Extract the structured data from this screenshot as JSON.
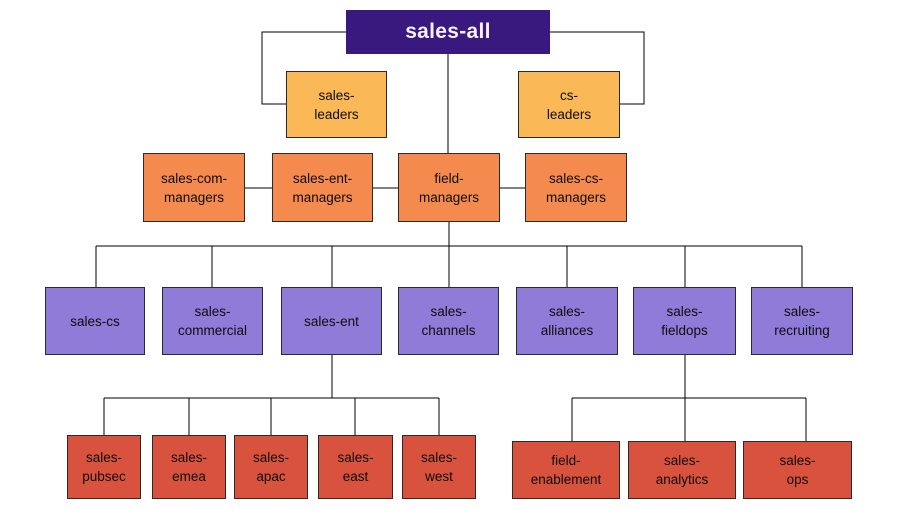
{
  "colors": {
    "root": "#39197e",
    "root_text": "#f6f2fa",
    "leaders": "#fbb857",
    "managers": "#f58a4f",
    "teams": "#8f7cd8",
    "subteams": "#d9523e",
    "line": "#000000",
    "border": "#2a2a2a",
    "text": "#0c0c0c",
    "background": "#ffffff"
  },
  "chart": {
    "type": "org-chart",
    "nodes": {
      "sales_all": {
        "label": "sales-all"
      },
      "sales_leaders": {
        "label": "sales-\nleaders"
      },
      "cs_leaders": {
        "label": "cs-\nleaders"
      },
      "sales_com_managers": {
        "label": "sales-com-\nmanagers"
      },
      "sales_ent_managers": {
        "label": "sales-ent-\nmanagers"
      },
      "field_managers": {
        "label": "field-\nmanagers"
      },
      "sales_cs_managers": {
        "label": "sales-cs-\nmanagers"
      },
      "sales_cs": {
        "label": "sales-cs"
      },
      "sales_commercial": {
        "label": "sales-\ncommercial"
      },
      "sales_ent": {
        "label": "sales-ent"
      },
      "sales_channels": {
        "label": "sales-\nchannels"
      },
      "sales_alliances": {
        "label": "sales-\nalliances"
      },
      "sales_fieldops": {
        "label": "sales-\nfieldops"
      },
      "sales_recruiting": {
        "label": "sales-\nrecruiting"
      },
      "sales_pubsec": {
        "label": "sales-\npubsec"
      },
      "sales_emea": {
        "label": "sales-\nemea"
      },
      "sales_apac": {
        "label": "sales-\napac"
      },
      "sales_east": {
        "label": "sales-\neast"
      },
      "sales_west": {
        "label": "sales-\nwest"
      },
      "field_enablement": {
        "label": "field-\nenablement"
      },
      "sales_analytics": {
        "label": "sales-\nanalytics"
      },
      "sales_ops": {
        "label": "sales-\nops"
      }
    },
    "edges": [
      [
        "sales-all",
        "sales-leaders"
      ],
      [
        "sales-all",
        "cs-leaders"
      ],
      [
        "sales-all",
        "field-managers"
      ],
      [
        "sales-com-managers",
        "sales-ent-managers"
      ],
      [
        "sales-ent-managers",
        "field-managers"
      ],
      [
        "field-managers",
        "sales-cs-managers"
      ],
      [
        "field-managers",
        "sales-cs"
      ],
      [
        "field-managers",
        "sales-commercial"
      ],
      [
        "field-managers",
        "sales-ent"
      ],
      [
        "field-managers",
        "sales-channels"
      ],
      [
        "field-managers",
        "sales-alliances"
      ],
      [
        "field-managers",
        "sales-fieldops"
      ],
      [
        "field-managers",
        "sales-recruiting"
      ],
      [
        "sales-ent",
        "sales-pubsec"
      ],
      [
        "sales-ent",
        "sales-emea"
      ],
      [
        "sales-ent",
        "sales-apac"
      ],
      [
        "sales-ent",
        "sales-east"
      ],
      [
        "sales-ent",
        "sales-west"
      ],
      [
        "sales-fieldops",
        "field-enablement"
      ],
      [
        "sales-fieldops",
        "sales-analytics"
      ],
      [
        "sales-fieldops",
        "sales-ops"
      ]
    ]
  }
}
